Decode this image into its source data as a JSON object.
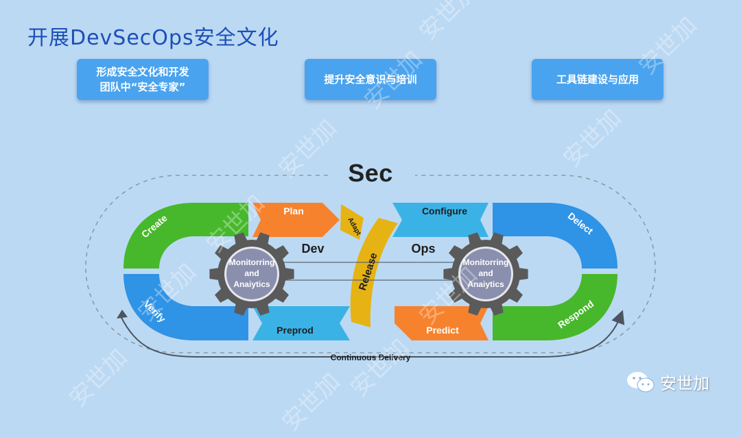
{
  "title": "开展DevSecOps安全文化",
  "boxes": {
    "box1_line1": "形成安全文化和开发",
    "box1_line2": "团队中“安全专家”",
    "box2": "提升安全意识与培训",
    "box3": "工具链建设与应用"
  },
  "diagram": {
    "sec": "Sec",
    "dev": "Dev",
    "ops": "Ops",
    "stages": {
      "plan": "Plan",
      "create": "Create",
      "verify": "Verify",
      "preprod": "Preprod",
      "adapt": "Adapt",
      "release": "Release",
      "configure": "Configure",
      "detect": "Delect",
      "respond": "Respond",
      "predict": "Predict"
    },
    "gear_left": [
      "Monitorring",
      "and",
      "Anaiytics"
    ],
    "gear_right": [
      "Monitorring",
      "and",
      "Anaiytics"
    ],
    "continuous_delivery": "Continuous Delivery"
  },
  "colors": {
    "background": "#bcd9f3",
    "title": "#1b4fb8",
    "box": "#4aa3ee",
    "green": "#47b82c",
    "blue": "#2f93e6",
    "orange": "#f7822e",
    "lightblue": "#3bb2e6",
    "yellow": "#e6b314",
    "gear": "#5a5a5a",
    "gear_center": "#8a8fae"
  },
  "watermark": "安世加",
  "brand": {
    "icon": "wechat-icon",
    "name": "安世加"
  }
}
